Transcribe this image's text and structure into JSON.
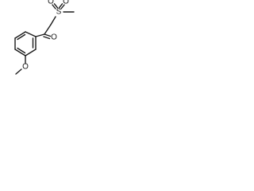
{
  "molecule": {
    "atom_labels": {
      "ketone_oxygen": "O",
      "sulfur": "S",
      "sulfonyl_oxygen_left": "O",
      "sulfonyl_oxygen_right": "O",
      "ether_oxygen": "O"
    }
  }
}
